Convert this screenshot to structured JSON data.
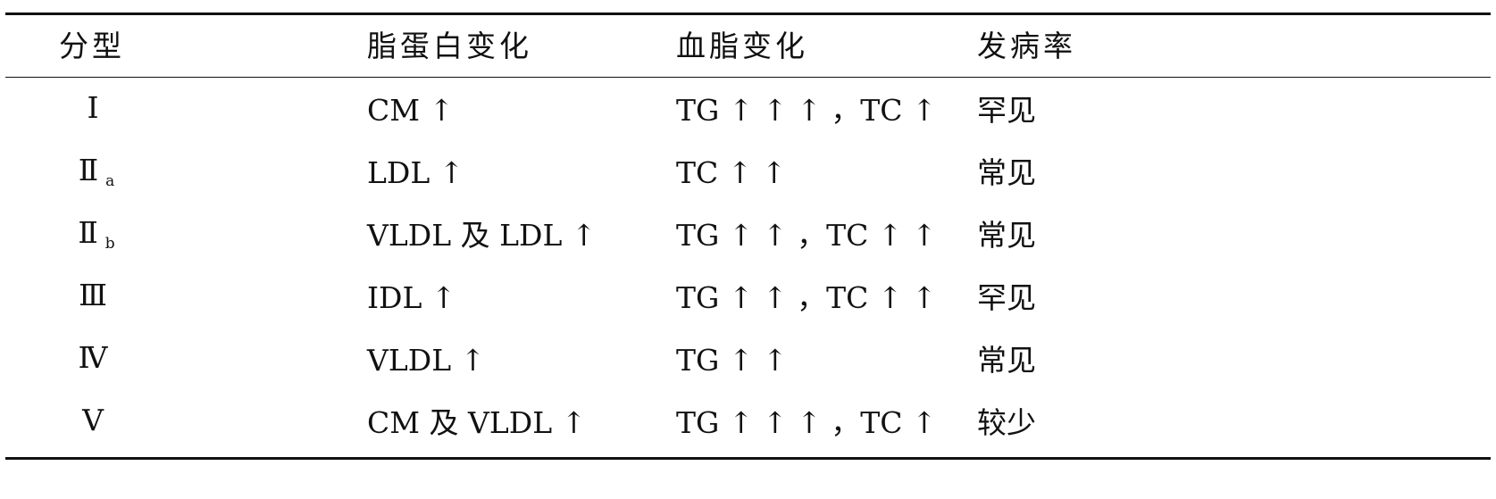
{
  "table": {
    "headers": [
      "分型",
      "脂蛋白变化",
      "血脂变化",
      "发病率"
    ],
    "rows": [
      {
        "type": "Ⅰ",
        "sub": "",
        "lipoprotein": "CM ↑",
        "lipid": "TG ↑ ↑ ↑ ，TC ↑",
        "incidence": "罕见"
      },
      {
        "type": "Ⅱ",
        "sub": "a",
        "lipoprotein": "LDL ↑",
        "lipid": "TC ↑ ↑",
        "incidence": "常见"
      },
      {
        "type": "Ⅱ",
        "sub": "b",
        "lipoprotein": "VLDL 及 LDL ↑",
        "lipid": "TG ↑ ↑ ，TC ↑ ↑",
        "incidence": "常见"
      },
      {
        "type": "Ⅲ",
        "sub": "",
        "lipoprotein": "IDL ↑",
        "lipid": "TG ↑ ↑ ，TC ↑ ↑",
        "incidence": "罕见"
      },
      {
        "type": "Ⅳ",
        "sub": "",
        "lipoprotein": "VLDL ↑",
        "lipid": "TG ↑ ↑",
        "incidence": "常见"
      },
      {
        "type": "Ⅴ",
        "sub": "",
        "lipoprotein": "CM 及 VLDL ↑",
        "lipid": "TG ↑ ↑ ↑ ，TC ↑",
        "incidence": "较少"
      }
    ]
  }
}
